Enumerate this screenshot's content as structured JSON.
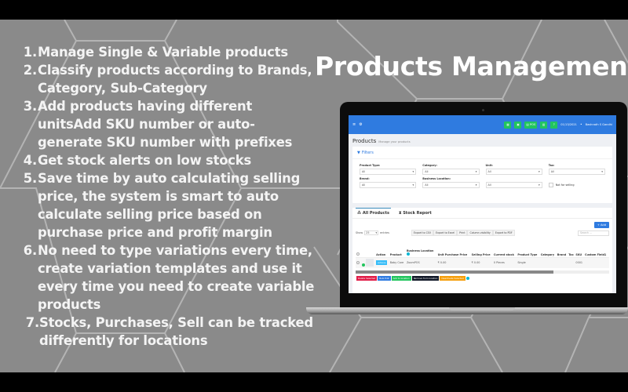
{
  "slide": {
    "title": "Products Management",
    "features": [
      {
        "num": "1.",
        "text": "Manage Single & Variable products"
      },
      {
        "num": "2.",
        "text": "Classify products according to Brands, Category, Sub-Category"
      },
      {
        "num": "3.",
        "text": "Add products having different unitsAdd SKU number or auto-generate SKU number with prefixes"
      },
      {
        "num": "4.",
        "text": "Get stock alerts on low stocks"
      },
      {
        "num": "5.",
        "text": "Save time by auto calculating selling price, the system is smart to auto calculate selling price based on purchase price and profit margin"
      },
      {
        "num": "6.",
        "text": "No need to type variations every time, create variation templates and use it every time you need to create variable products"
      },
      {
        "num": "7.",
        "text": " Stocks, Purchases, Sell can be tracked differently for locations"
      }
    ]
  },
  "app": {
    "topbar": {
      "buttons": [
        {
          "icon": "calculator-icon",
          "label": "▦"
        },
        {
          "icon": "save-icon",
          "label": "▣"
        },
        {
          "icon": "pos-icon",
          "label": "▤ POS"
        },
        {
          "icon": "money-icon",
          "label": "▥"
        },
        {
          "icon": "help-icon",
          "label": "?"
        }
      ],
      "date": "01/13/2021",
      "user": "Bashnath S Gandhi"
    },
    "page": {
      "title": "Products",
      "subtitle": "Manage your products"
    },
    "filters": {
      "heading": "Filters",
      "fields": [
        {
          "label": "Product Type:",
          "value": "All"
        },
        {
          "label": "Category:",
          "value": "All"
        },
        {
          "label": "Unit:",
          "value": "All"
        },
        {
          "label": "Tax:",
          "value": "All"
        },
        {
          "label": "Brand:",
          "value": "All"
        },
        {
          "label": "Business Location:",
          "value": "All"
        },
        {
          "label": "",
          "value": "All"
        }
      ],
      "not_for_selling": "Not for selling"
    },
    "tabs": [
      {
        "label": "All Products",
        "icon": "cubes-icon"
      },
      {
        "label": "Stock Report",
        "icon": "hourglass-icon"
      }
    ],
    "add_button": "+ Add",
    "show": {
      "prefix": "Show",
      "value": "25",
      "suffix": "entries"
    },
    "export_buttons": [
      "Export to CSV",
      "Export to Excel",
      "Print",
      "Column visibility",
      "Export to PDF"
    ],
    "search_placeholder": "Search ...",
    "table": {
      "headers": [
        "",
        "",
        "Action",
        "Product",
        "Business Location",
        "Unit Purchase Price",
        "Selling Price",
        "Current stock",
        "Product Type",
        "Category",
        "Brand",
        "Tax",
        "SKU",
        "Custom Field1"
      ],
      "rows": [
        {
          "action": "Actions",
          "product": "Baby Care",
          "location": "ZoomPOS",
          "purchase": "₹ 0.00",
          "selling": "₹ 0.00",
          "stock": "0 Pieces",
          "type": "Single",
          "category": "",
          "brand": "",
          "tax": "",
          "sku": "0001",
          "custom1": ""
        }
      ]
    },
    "bulk_actions": [
      {
        "label": "Delete Selected",
        "color": "#e11d48"
      },
      {
        "label": "Bulk Edit",
        "color": "#2f7be0"
      },
      {
        "label": "Add to location",
        "color": "#22c55e"
      },
      {
        "label": "Remove from location",
        "color": "#111827"
      },
      {
        "label": "Deactivate Selected",
        "color": "#f59e0b"
      }
    ]
  }
}
